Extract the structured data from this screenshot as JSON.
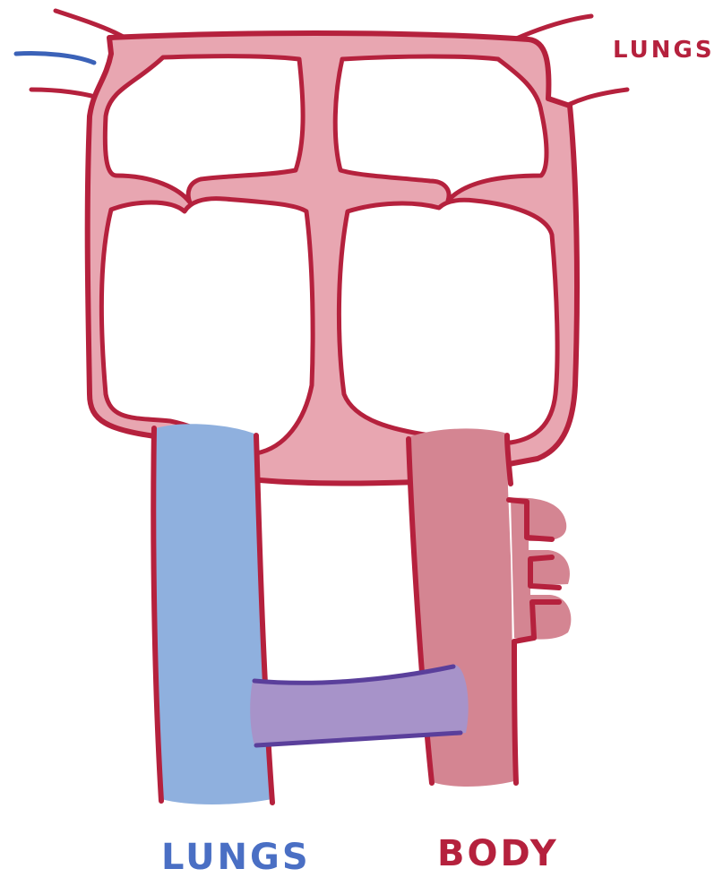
{
  "labels": {
    "top_right": "LUNGS",
    "bottom_left": "LUNGS",
    "bottom_right": "BODY"
  },
  "colors": {
    "outline": "#b5213d",
    "wall_fill": "#e8a6b1",
    "artery_fill": "#d48592",
    "vessel_blue": "#8fb0de",
    "vessel_blue_edge": "#3b62b8",
    "ductus_fill": "#a793c9",
    "ductus_edge": "#5a3f9b",
    "label_red": "#b5213d",
    "label_blue": "#4a6fc4"
  }
}
